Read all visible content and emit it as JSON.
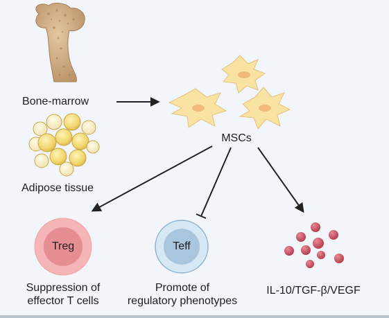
{
  "labels": {
    "bone_marrow": "Bone-marrow",
    "adipose": "Adipose tissue",
    "mscs": "MSCs",
    "treg": "Treg",
    "teff": "Teff",
    "suppression_line1": "Suppression of",
    "suppression_line2": "effector T cells",
    "promote_line1": "Promote of",
    "promote_line2": "regulatory phenotypes",
    "cytokines": "IL-10/TGF-β/VEGF"
  },
  "colors": {
    "background": "#f2f6fa",
    "bone": "#c7a27a",
    "adipocyte": "#f5e07a",
    "msc_cell": "#f8e3a3",
    "treg_outer": "#f6b5b7",
    "treg_inner": "#e58f93",
    "teff_outer": "#cfe3f2",
    "teff_inner": "#aac7dc",
    "cytokine": "#c45060",
    "arrow": "#222222"
  },
  "icons": [
    "bone-icon",
    "adipose-tissue-icon",
    "msc-cell-icon",
    "treg-cell-icon",
    "teff-cell-icon",
    "cytokine-particles-icon"
  ]
}
